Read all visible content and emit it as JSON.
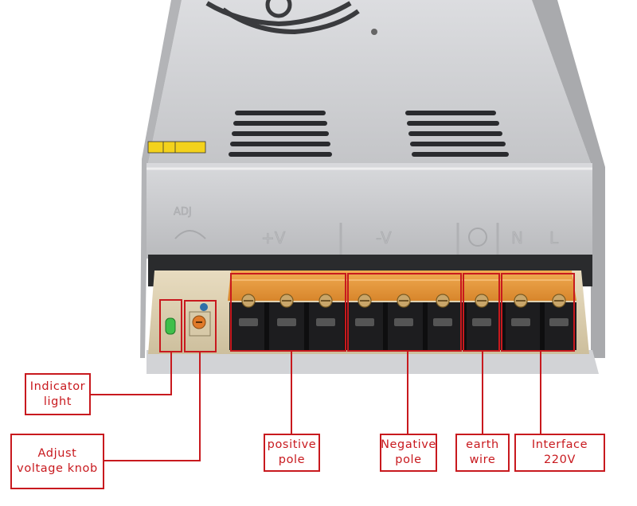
{
  "image": {
    "subject": "switching power supply terminal block",
    "accent_color": "#c8191e",
    "terminal_cover_color": "#e8952c",
    "case_color": "#c9cacc"
  },
  "silkscreen": {
    "adj": "ADJ",
    "plus_v": "+V",
    "minus_v": "-V",
    "n": "N",
    "l": "L"
  },
  "labels": {
    "indicator_light": "Indicator\nlight",
    "adjust_voltage_knob": "Adjust\nvoltage knob",
    "positive_pole": "positive\npole",
    "negative_pole": "Negative\npole",
    "earth_wire": "earth\nwire",
    "interface_220v": "Interface\n220V"
  }
}
